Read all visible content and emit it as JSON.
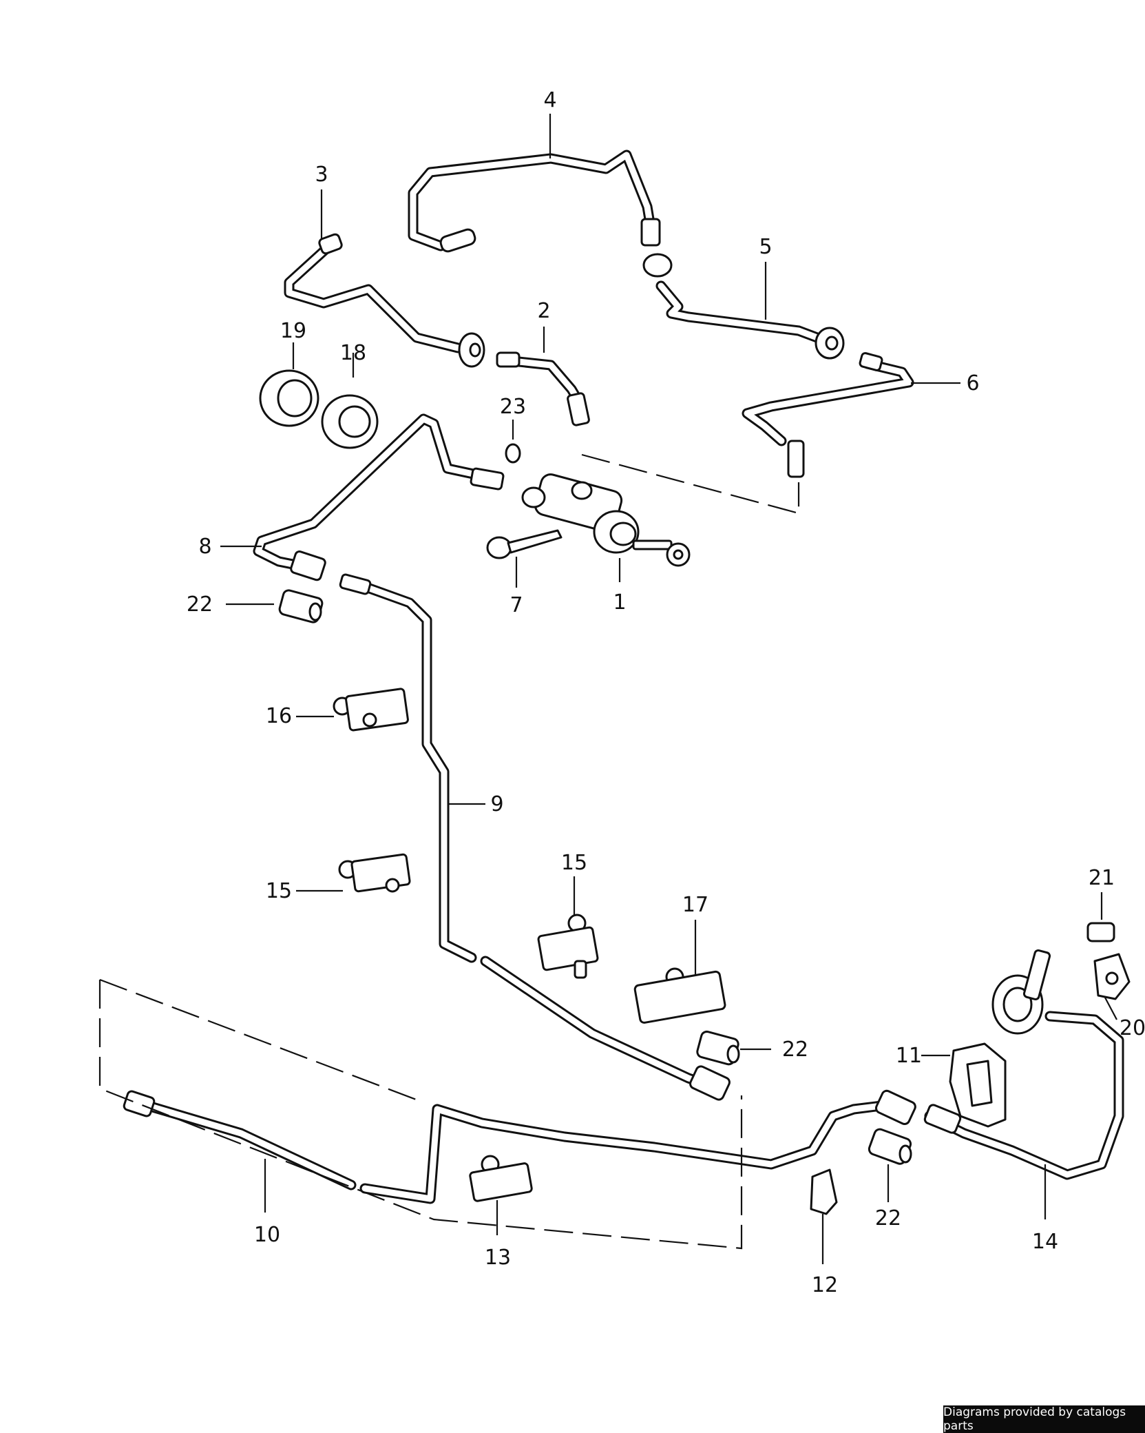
{
  "callouts": [
    {
      "id": "c1",
      "label": "1"
    },
    {
      "id": "c2",
      "label": "2"
    },
    {
      "id": "c3",
      "label": "3"
    },
    {
      "id": "c4",
      "label": "4"
    },
    {
      "id": "c5",
      "label": "5"
    },
    {
      "id": "c6",
      "label": "6"
    },
    {
      "id": "c7",
      "label": "7"
    },
    {
      "id": "c8",
      "label": "8"
    },
    {
      "id": "c9",
      "label": "9"
    },
    {
      "id": "c10",
      "label": "10"
    },
    {
      "id": "c11",
      "label": "11"
    },
    {
      "id": "c12",
      "label": "12"
    },
    {
      "id": "c13",
      "label": "13"
    },
    {
      "id": "c14",
      "label": "14"
    },
    {
      "id": "c15a",
      "label": "15"
    },
    {
      "id": "c15b",
      "label": "15"
    },
    {
      "id": "c16",
      "label": "16"
    },
    {
      "id": "c17",
      "label": "17"
    },
    {
      "id": "c18",
      "label": "18"
    },
    {
      "id": "c19",
      "label": "19"
    },
    {
      "id": "c20",
      "label": "20"
    },
    {
      "id": "c21",
      "label": "21"
    },
    {
      "id": "c22a",
      "label": "22"
    },
    {
      "id": "c22b",
      "label": "22"
    },
    {
      "id": "c22c",
      "label": "22"
    },
    {
      "id": "c23",
      "label": "23"
    }
  ],
  "credit": "Diagrams provided by catalogs parts"
}
